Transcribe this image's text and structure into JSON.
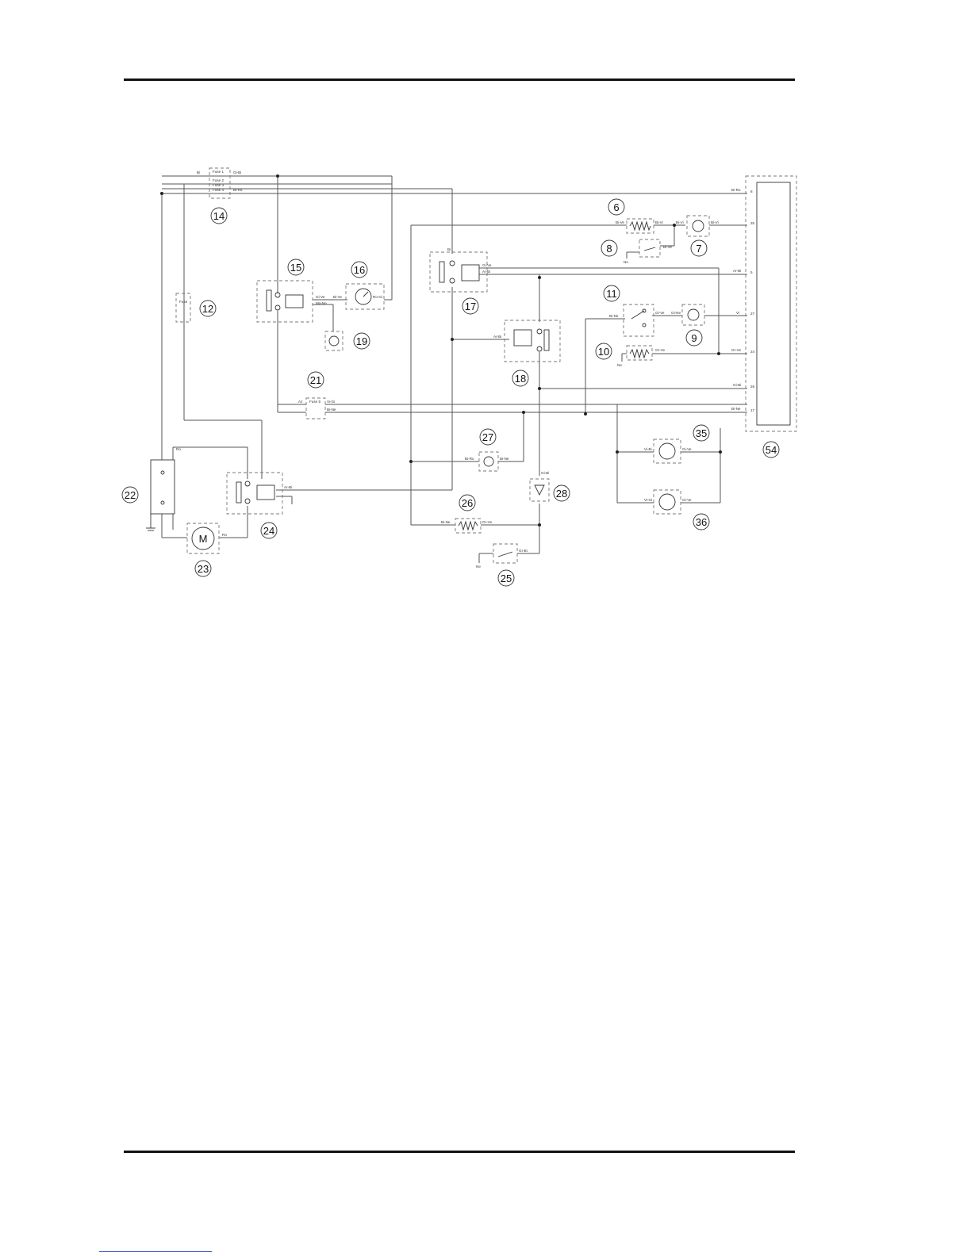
{
  "diagram": {
    "callouts": [
      {
        "id": "c6",
        "label": "6"
      },
      {
        "id": "c7",
        "label": "7"
      },
      {
        "id": "c8",
        "label": "8"
      },
      {
        "id": "c9",
        "label": "9"
      },
      {
        "id": "c10",
        "label": "10"
      },
      {
        "id": "c11",
        "label": "11"
      },
      {
        "id": "c12",
        "label": "12"
      },
      {
        "id": "c14",
        "label": "14"
      },
      {
        "id": "c15",
        "label": "15"
      },
      {
        "id": "c16",
        "label": "16"
      },
      {
        "id": "c17",
        "label": "17"
      },
      {
        "id": "c18",
        "label": "18"
      },
      {
        "id": "c19",
        "label": "19"
      },
      {
        "id": "c21",
        "label": "21"
      },
      {
        "id": "c22",
        "label": "22"
      },
      {
        "id": "c23",
        "label": "23"
      },
      {
        "id": "c24",
        "label": "24"
      },
      {
        "id": "c25",
        "label": "25"
      },
      {
        "id": "c26",
        "label": "26"
      },
      {
        "id": "c27",
        "label": "27"
      },
      {
        "id": "c28",
        "label": "28"
      },
      {
        "id": "c35",
        "label": "35"
      },
      {
        "id": "c36",
        "label": "36"
      },
      {
        "id": "c54",
        "label": "54"
      }
    ],
    "motor_symbol": "M",
    "wire_labels": {
      "fuse1": "Fuse 1",
      "fuse2": "Fuse 2",
      "fuse3": "Fuse 3",
      "fuse4": "Fuse 4",
      "fuse5": "Fuse 5",
      "fuse_single": "Fuse",
      "bi_ne": "Bi-Ne",
      "bi_ro": "Bi-Ro",
      "bi_ve": "Bi-Ve",
      "bi_vi": "Bi-Vi",
      "bi_gi": "Bi-Gi",
      "gi_ve": "Gi-Ve",
      "gi_ne": "Gi-Ne",
      "gi_bi": "Gi-Bi",
      "gr_ve": "Gr-Ve",
      "gr_bi": "Gr-Bi",
      "ar_bi": "Ar-Bi",
      "ma_ne": "Ma-Ne",
      "ro_gi": "Ro-Gi",
      "vi_bi": "Vi-Bi",
      "vi_gi": "Vi-Gi",
      "bi": "Bi",
      "ro": "Ro",
      "ne": "Ne",
      "az": "Az",
      "vi": "Vi",
      "pin_8": "8",
      "pin_25": "25",
      "pin_5": "5",
      "pin_27": "27",
      "pin_24": "24",
      "pin_26": "26",
      "pin_17": "17"
    }
  }
}
